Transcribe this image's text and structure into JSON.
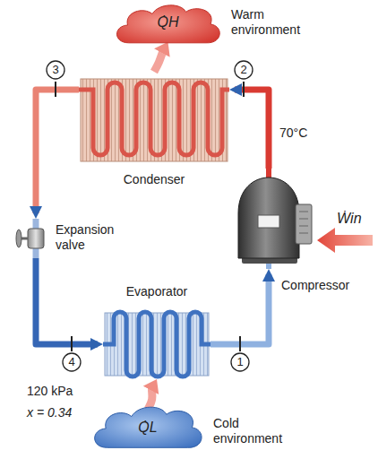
{
  "diagram": {
    "nodes": [
      {
        "text": [
          "Q̇H",
          "Warm environment"
        ]
      },
      {
        "text": [
          "3"
        ]
      },
      {
        "text": [
          "2"
        ]
      },
      {
        "text": [
          "Condenser"
        ]
      },
      {
        "text": [
          "Expansion valve"
        ]
      },
      {
        "text": [
          "Compressor"
        ]
      },
      {
        "text": [
          "Evaporator"
        ]
      },
      {
        "text": [
          "4"
        ]
      },
      {
        "text": [
          "1"
        ]
      },
      {
        "text": [
          "Q̇L",
          "Cold environment"
        ]
      }
    ],
    "edges": [
      {
        "from": 5,
        "to": 3,
        "label": "70°C",
        "arrow": "to"
      },
      {
        "from": 3,
        "to": 4,
        "arrow": "to"
      },
      {
        "from": 4,
        "to": 6,
        "arrow": "to"
      },
      {
        "from": 6,
        "to": 5,
        "arrow": "to"
      },
      {
        "from": 3,
        "to": 0,
        "arrow": "to"
      },
      {
        "from": 9,
        "to": 6,
        "arrow": "to"
      }
    ],
    "labels": [
      "Ẇin",
      "120 kPa",
      "x = 0.34"
    ]
  }
}
